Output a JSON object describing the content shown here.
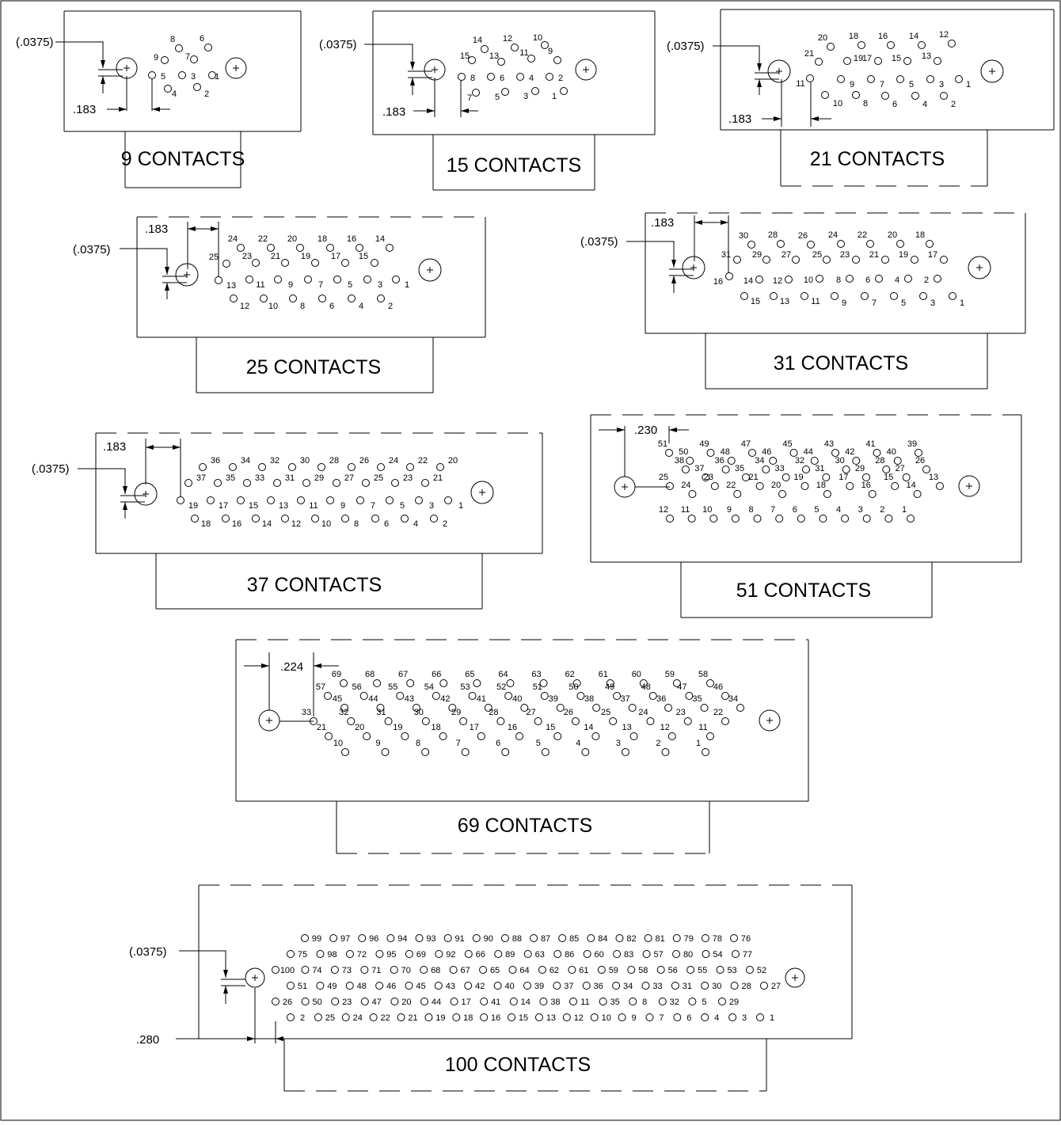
{
  "connectors": [
    {
      "id": "c9",
      "title": "9 CONTACTS",
      "dims": [
        ".183",
        "(.0375)"
      ],
      "pins": [
        "9",
        "8",
        "7",
        "6",
        "5",
        "4",
        "3",
        "2",
        "1"
      ]
    },
    {
      "id": "c15",
      "title": "15 CONTACTS",
      "dims": [
        ".183",
        "(.0375)"
      ],
      "pins": [
        "15",
        "14",
        "13",
        "12",
        "11",
        "10",
        "9",
        "8",
        "7",
        "6",
        "5",
        "4",
        "3",
        "2",
        "1"
      ]
    },
    {
      "id": "c21",
      "title": "21 CONTACTS",
      "dims": [
        ".183",
        "(.0375)"
      ],
      "pins": [
        "21",
        "20",
        "19",
        "18",
        "17",
        "16",
        "15",
        "14",
        "13",
        "12",
        "11",
        "10",
        "9",
        "8",
        "7",
        "6",
        "5",
        "4",
        "3",
        "2",
        "1"
      ]
    },
    {
      "id": "c25",
      "title": "25 CONTACTS",
      "dims": [
        ".183",
        "(.0375)"
      ],
      "pins": [
        "25",
        "24",
        "23",
        "22",
        "21",
        "20",
        "19",
        "18",
        "17",
        "16",
        "15",
        "14",
        "13",
        "12",
        "11",
        "10",
        "9",
        "8",
        "7",
        "6",
        "5",
        "4",
        "3",
        "2",
        "1"
      ]
    },
    {
      "id": "c31",
      "title": "31 CONTACTS",
      "dims": [
        ".183",
        "(.0375)"
      ],
      "pins": [
        "31",
        "30",
        "29",
        "28",
        "27",
        "26",
        "25",
        "24",
        "23",
        "22",
        "21",
        "20",
        "19",
        "18",
        "17",
        "16",
        "15",
        "14",
        "13",
        "12",
        "11",
        "10",
        "9",
        "8",
        "7",
        "6",
        "5",
        "4",
        "3",
        "2",
        "1"
      ]
    },
    {
      "id": "c37",
      "title": "37 CONTACTS",
      "dims": [
        ".183",
        "(.0375)"
      ],
      "pins": [
        "37",
        "36",
        "35",
        "34",
        "33",
        "32",
        "31",
        "30",
        "29",
        "28",
        "27",
        "26",
        "25",
        "24",
        "23",
        "22",
        "21",
        "20",
        "19",
        "18",
        "17",
        "16",
        "15",
        "14",
        "13",
        "12",
        "11",
        "10",
        "9",
        "8",
        "7",
        "6",
        "5",
        "4",
        "3",
        "2",
        "1"
      ]
    },
    {
      "id": "c51",
      "title": "51 CONTACTS",
      "dims": [
        ".230"
      ],
      "pins": [
        "51",
        "50",
        "49",
        "48",
        "47",
        "46",
        "45",
        "44",
        "43",
        "42",
        "41",
        "40",
        "39",
        "38",
        "37",
        "36",
        "35",
        "34",
        "33",
        "32",
        "31",
        "30",
        "29",
        "28",
        "27",
        "26",
        "25",
        "24",
        "23",
        "22",
        "21",
        "20",
        "19",
        "18",
        "17",
        "16",
        "15",
        "14",
        "13",
        "12",
        "11",
        "10",
        "9",
        "8",
        "7",
        "6",
        "5",
        "4",
        "3",
        "2",
        "1"
      ]
    },
    {
      "id": "c69",
      "title": "69 CONTACTS",
      "dims": [
        ".224"
      ],
      "pins": [
        "69",
        "68",
        "67",
        "66",
        "65",
        "64",
        "63",
        "62",
        "61",
        "60",
        "59",
        "58",
        "57",
        "56",
        "55",
        "54",
        "53",
        "52",
        "51",
        "50",
        "49",
        "48",
        "47",
        "46",
        "45",
        "44",
        "43",
        "42",
        "41",
        "40",
        "39",
        "38",
        "37",
        "36",
        "35",
        "34",
        "33",
        "32",
        "31",
        "30",
        "29",
        "28",
        "27",
        "26",
        "25",
        "24",
        "23",
        "22",
        "21",
        "20",
        "19",
        "18",
        "17",
        "16",
        "15",
        "14",
        "13",
        "12",
        "11",
        "10",
        "9",
        "8",
        "7",
        "6",
        "5",
        "4",
        "3",
        "2",
        "1"
      ]
    },
    {
      "id": "c100",
      "title": "100 CONTACTS",
      "dims": [
        ".280",
        "(.0375)"
      ],
      "pins": [
        "99",
        "97",
        "96",
        "94",
        "93",
        "91",
        "90",
        "88",
        "87",
        "85",
        "84",
        "82",
        "81",
        "79",
        "78",
        "76",
        "75",
        "98",
        "72",
        "95",
        "69",
        "92",
        "66",
        "89",
        "63",
        "86",
        "60",
        "83",
        "57",
        "80",
        "54",
        "77",
        "100",
        "74",
        "73",
        "71",
        "70",
        "68",
        "67",
        "65",
        "64",
        "62",
        "61",
        "59",
        "58",
        "56",
        "55",
        "53",
        "52",
        "51",
        "49",
        "48",
        "46",
        "45",
        "43",
        "42",
        "40",
        "39",
        "37",
        "36",
        "34",
        "33",
        "31",
        "30",
        "28",
        "27",
        "26",
        "50",
        "23",
        "47",
        "20",
        "44",
        "17",
        "41",
        "14",
        "38",
        "11",
        "35",
        "8",
        "32",
        "5",
        "29",
        "2",
        "25",
        "24",
        "22",
        "21",
        "19",
        "18",
        "16",
        "15",
        "13",
        "12",
        "10",
        "9",
        "7",
        "6",
        "4",
        "3",
        "1"
      ]
    }
  ]
}
